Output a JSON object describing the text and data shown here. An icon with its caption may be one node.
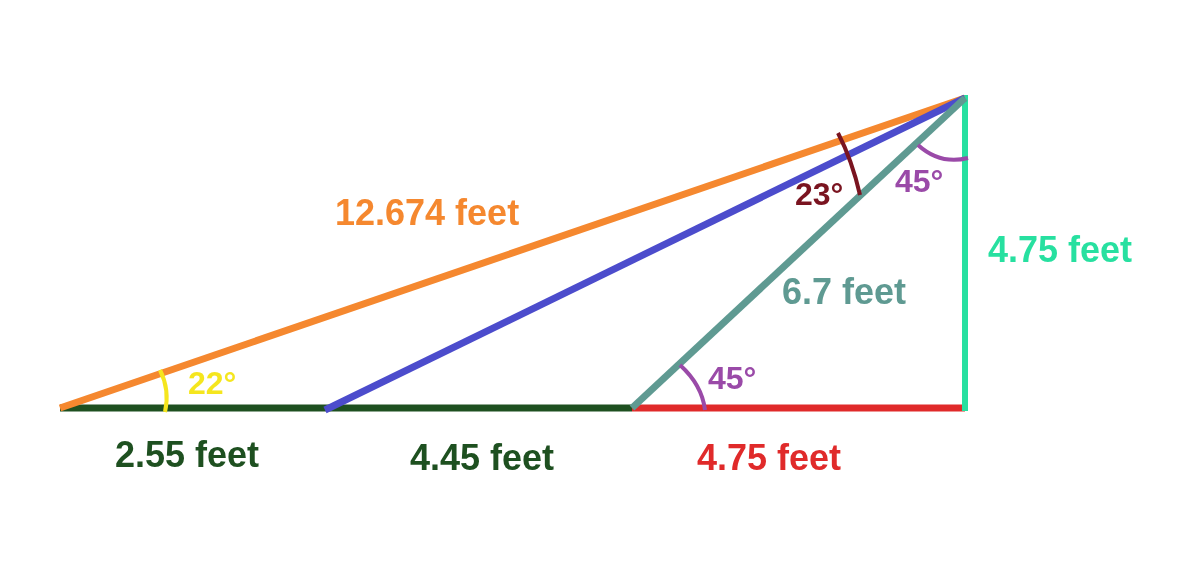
{
  "diagram": {
    "labels": [
      "45°",
      "23°",
      "12.674 feet",
      "4.75 feet",
      "6.7 feet",
      "45°",
      "22°",
      "2.55 feet",
      "4.45 feet",
      "4.75 feet"
    ]
  }
}
